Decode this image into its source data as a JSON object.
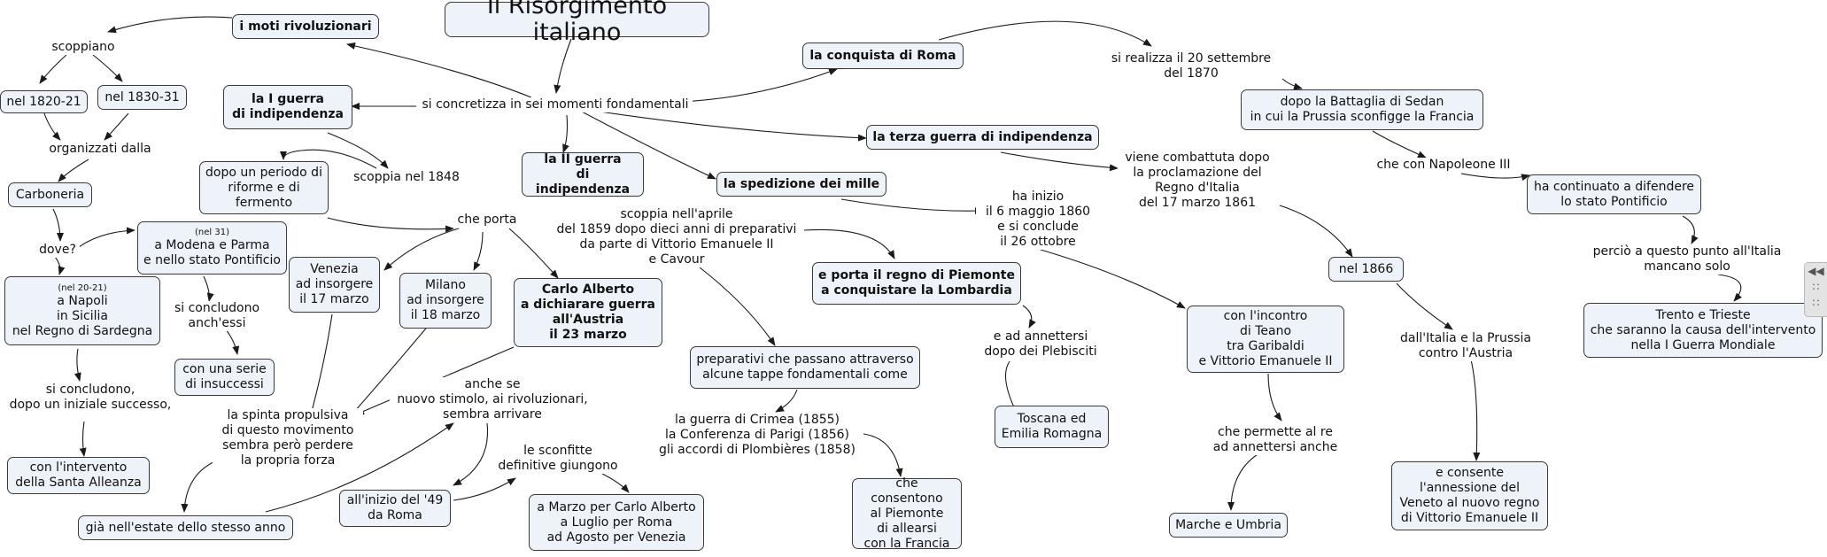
{
  "title": "Il Risorgimento italiano",
  "nodes": {
    "moti": "i moti rivoluzionari",
    "i_guerra": "la I guerra\ndi indipendenza",
    "ii_guerra": "la II guerra\ndi indipendenza",
    "spedizione": "la spedizione dei mille",
    "terza": "la terza guerra di indipendenza",
    "roma": "la conquista di Roma",
    "n1820": "nel 1820-21",
    "n1830": "nel 1830-31",
    "carboneria": "Carboneria",
    "napoli_note": "(nel 20-21)",
    "napoli": "a Napoli\nin Sicilia\nnel Regno di Sardegna",
    "modena_note": "(nel 31)",
    "modena": "a Modena e Parma\ne nello stato Pontificio",
    "insuccessi": "con una serie\ndi insuccessi",
    "santa": "con l'intervento\ndella Santa Alleanza",
    "periodo": "dopo un periodo di\nriforme e di\nfermento",
    "venezia": "Venezia\nad insorgere\nil 17 marzo",
    "milano": "Milano\nad insorgere\nil 18 marzo",
    "carlo": "Carlo Alberto\na dichiarare guerra\nall'Austria\nil 23 marzo",
    "estate": "già nell'estate dello stesso anno",
    "inizio49": "all'inizio del '49\nda Roma",
    "marzo": "a Marzo per Carlo Alberto\na Luglio per Roma\nad Agosto per Venezia",
    "piemonte": "e porta il regno di Piemonte\na conquistare la Lombardia",
    "preparativi": "preparativi che passano attraverso\nalcune tappe fondamentali come",
    "alleati": "che consentono\nal Piemonte\ndi allearsi\ncon la Francia",
    "toscana": "Toscana ed\nEmilia Romagna",
    "teano": "con l'incontro\ndi Teano\ntra Garibaldi\ne  Vittorio Emanuele II",
    "marche": "Marche e Umbria",
    "n1866": "nel 1866",
    "veneto": "e consente\nl'annessione del\nVeneto al nuovo regno\ndi Vittorio Emanuele II",
    "sedan": "dopo la Battaglia di Sedan\nin cui la Prussia sconfigge la Francia",
    "pontificio": "ha continuato a difendere\nlo stato Pontificio",
    "trento": "Trento e Trieste\nche saranno la causa dell'intervento\nnella I Guerra Mondiale"
  },
  "labels": {
    "sei_momenti": "si concretizza in sei momenti fondamentali",
    "scoppiano": "scoppiano",
    "organizzati": "organizzati dalla",
    "dove": "dove?",
    "si_concludono_anch": "si concludono\nanch'essi",
    "si_concludono_dopo": "si concludono,\ndopo un iniziale successo,",
    "scoppia1848": "scoppia nel 1848",
    "che_porta": "che porta",
    "spinta": "la spinta propulsiva\ndi questo movimento\nsembra però perdere\nla propria forza",
    "anche_se": "anche se\nnuovo stimolo, ai rivoluzionari,\nsembra arrivare",
    "sconfitte": "le sconfitte\ndefinitive giungono",
    "scoppia_aprile": "scoppia nell'aprile\ndel 1859 dopo dieci anni di preparativi\nda parte di Vittorio Emanuele II\ne Cavour",
    "crimea": "la guerra di Crimea (1855)\nla Conferenza di Parigi (1856)\ngli accordi di Plombières (1858)",
    "ha_inizio": "ha inizio\nil 6 maggio 1860\ne si conclude\nil 26 ottobre",
    "annettersi_pleb": "e ad annettersi\ndopo dei Plebisciti",
    "permette": "che permette al re\nad annettersi anche",
    "combattuta": "viene combattuta dopo\nla proclamazione del\nRegno d'Italia\ndel 17 marzo 1861",
    "italia_prussia": "dall'Italia e la  Prussia\ncontro l'Austria",
    "settembre": "si realizza il 20 settembre\ndel 1870",
    "napoleone": "che con Napoleone III",
    "percio": "perciò a questo punto all'Italia\nmancano solo"
  },
  "colors": {
    "node_fill": "#eef3f9",
    "node_border": "#3a3a3a",
    "edge": "#1a1a1a"
  },
  "side_panel_icon": "collapse-arrows-icon"
}
